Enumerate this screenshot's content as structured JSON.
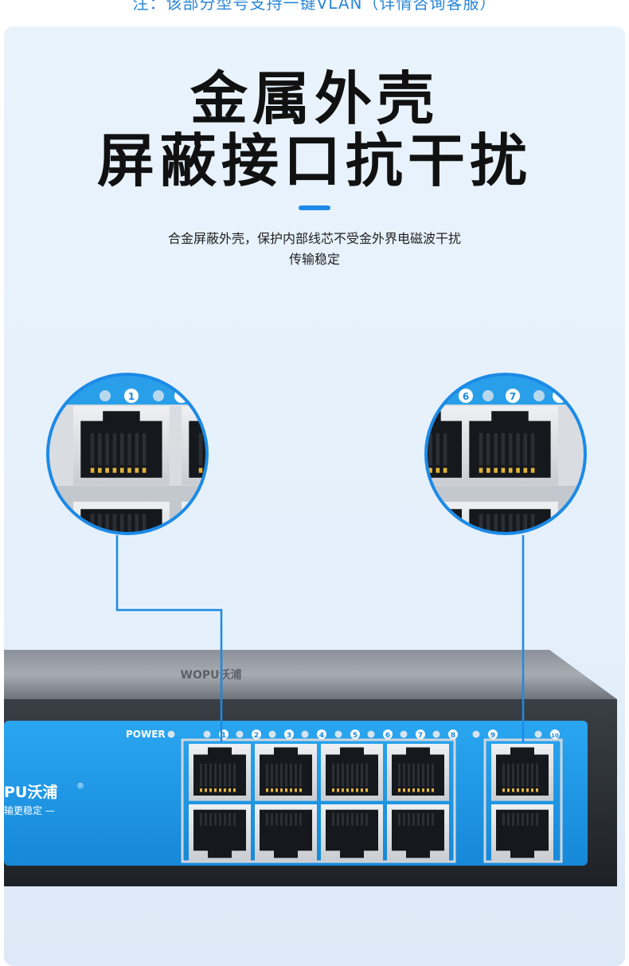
{
  "top_note": "注：该部分型号支持一键VLAN（详情咨询客服）",
  "headline": {
    "line1": "金属外壳",
    "line2": "屏蔽接口抗干扰"
  },
  "description": {
    "line1": "合金屏蔽外壳，保护内部线芯不受金外界电磁波干扰",
    "line2": "传输稳定"
  },
  "device": {
    "power_label": "POWER",
    "brand_text": "PU沃浦",
    "brand_mark": "®",
    "slogan": "输更稳定 —",
    "lid_logo": "WOPU沃浦",
    "port_numbers": [
      "1",
      "2",
      "3",
      "4",
      "5",
      "6",
      "7",
      "8",
      "9",
      "10"
    ],
    "zoom_left_numbers": [
      "1"
    ],
    "zoom_right_numbers": [
      "6",
      "7"
    ]
  },
  "colors": {
    "accent": "#1c8ae6",
    "panel_blue": "#1e9be8",
    "title": "#111111"
  }
}
